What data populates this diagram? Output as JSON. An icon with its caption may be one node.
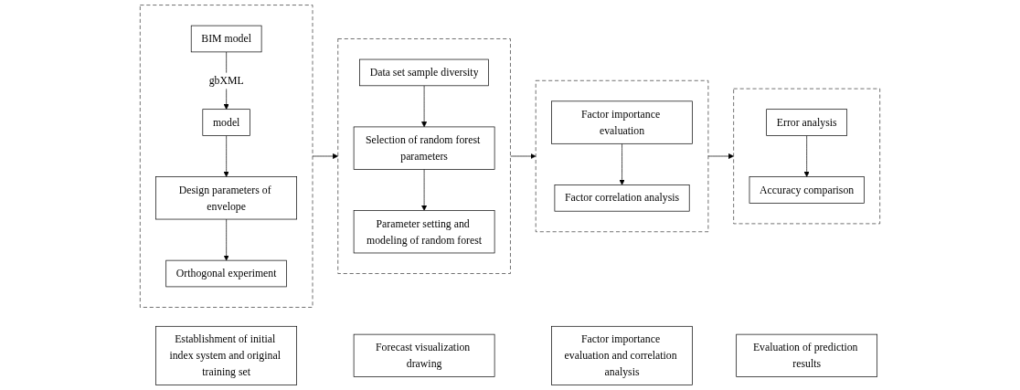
{
  "diagram": {
    "nodes": [
      {
        "text": [],
        "shape": "box"
      },
      {
        "text": [
          "BIM model"
        ],
        "in": 0
      },
      {
        "text": [
          "model"
        ],
        "in": 0
      },
      {
        "text": [
          "Design parameters of envelope"
        ],
        "in": 0
      },
      {
        "text": [
          "Orthogonal experiment"
        ],
        "in": 0
      },
      {
        "text": [],
        "shape": "box"
      },
      {
        "text": [
          "Data set sample diversity"
        ],
        "in": 5
      },
      {
        "text": [
          "Selection of random forest parameters"
        ],
        "in": 5
      },
      {
        "text": [
          "Parameter setting and modeling of random forest"
        ],
        "in": 5
      },
      {
        "text": [],
        "shape": "box"
      },
      {
        "text": [
          "Factor importance evaluation"
        ],
        "in": 9
      },
      {
        "text": [
          "Factor correlation analysis"
        ],
        "in": 9
      },
      {
        "text": [],
        "shape": "box"
      },
      {
        "text": [
          "Error analysis"
        ],
        "in": 12
      },
      {
        "text": [
          "Accuracy comparison"
        ],
        "in": 12
      },
      {
        "text": [
          "Establishment of initial index system and original training set"
        ]
      },
      {
        "text": [
          "Forecast visualization drawing"
        ]
      },
      {
        "text": [
          "Factor importance evaluation and correlation analysis"
        ]
      },
      {
        "text": [
          "Evaluation of prediction results"
        ]
      }
    ],
    "edges": [
      {
        "from": 1,
        "to": 2,
        "arrow": "to",
        "label": "gbXML"
      },
      {
        "from": 2,
        "to": 3,
        "arrow": "to"
      },
      {
        "from": 3,
        "to": 4,
        "arrow": "to"
      },
      {
        "from": 0,
        "to": 5,
        "arrow": "to"
      },
      {
        "from": 6,
        "to": 7,
        "arrow": "to"
      },
      {
        "from": 7,
        "to": 8,
        "arrow": "to"
      },
      {
        "from": 5,
        "to": 9,
        "arrow": "to"
      },
      {
        "from": 10,
        "to": 11,
        "arrow": "to"
      },
      {
        "from": 9,
        "to": 12,
        "arrow": "to"
      },
      {
        "from": 13,
        "to": 14,
        "arrow": "to"
      }
    ]
  }
}
